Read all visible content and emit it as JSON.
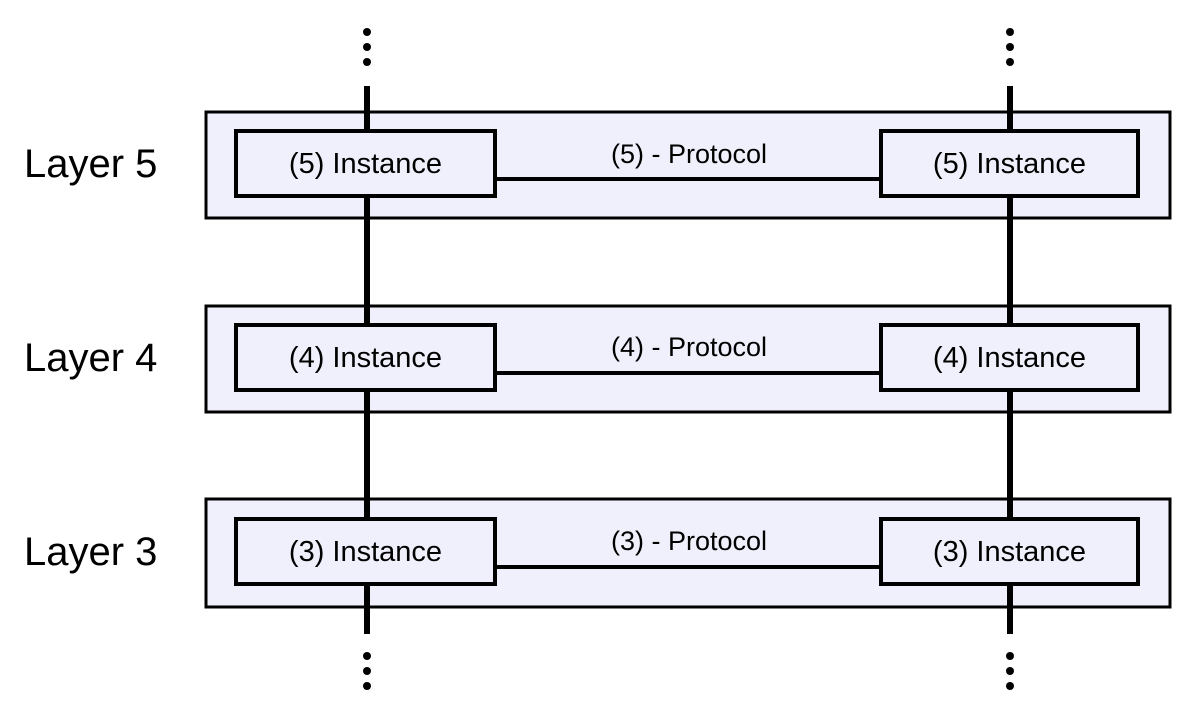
{
  "diagram": {
    "colors": {
      "layer_fill": "#f0f0fc",
      "instance_fill": "#f0f0fc",
      "stroke": "#000000"
    },
    "layers": [
      {
        "label": "Layer 5",
        "left_instance": "(5) Instance",
        "right_instance": "(5) Instance",
        "protocol": "(5) - Protocol"
      },
      {
        "label": "Layer 4",
        "left_instance": "(4) Instance",
        "right_instance": "(4) Instance",
        "protocol": "(4) - Protocol"
      },
      {
        "label": "Layer 3",
        "left_instance": "(3) Instance",
        "right_instance": "(3) Instance",
        "protocol": "(3) - Protocol"
      }
    ],
    "continuation_marks": [
      "top-left",
      "top-right",
      "bottom-left",
      "bottom-right"
    ]
  }
}
